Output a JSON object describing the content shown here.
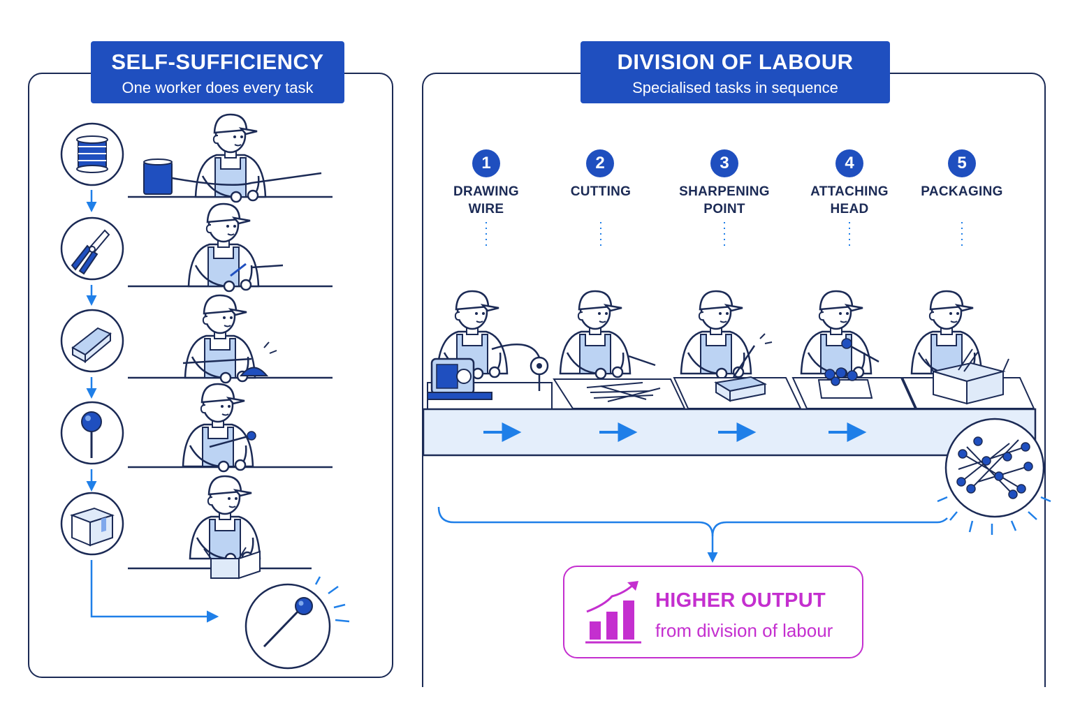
{
  "self_sufficiency": {
    "title": "SELF-SUFFICIENCY",
    "subtitle": "One worker does every task",
    "task_icons": [
      "wire-spool-icon",
      "pliers-icon",
      "whetstone-icon",
      "pin-head-icon",
      "box-icon"
    ],
    "result_icon": "finished-pin-icon"
  },
  "division_of_labour": {
    "title": "DIVISION OF LABOUR",
    "subtitle": "Specialised tasks in sequence",
    "steps": [
      {
        "number": "1",
        "line1": "DRAWING",
        "line2": "WIRE"
      },
      {
        "number": "2",
        "line1": "CUTTING",
        "line2": ""
      },
      {
        "number": "3",
        "line1": "SHARPENING",
        "line2": "POINT"
      },
      {
        "number": "4",
        "line1": "ATTACHING",
        "line2": "HEAD"
      },
      {
        "number": "5",
        "line1": "PACKAGING",
        "line2": ""
      }
    ],
    "result_icon": "pile-of-pins-icon"
  },
  "output": {
    "title": "HIGHER OUTPUT",
    "subtitle": "from division of labour",
    "icon": "growth-chart-icon"
  },
  "colors": {
    "accent_blue": "#1f4fbf",
    "arrow_blue": "#1f7fe8",
    "ink": "#1b2a55",
    "light_blue": "#e4eefb",
    "magenta": "#c42fcf"
  }
}
